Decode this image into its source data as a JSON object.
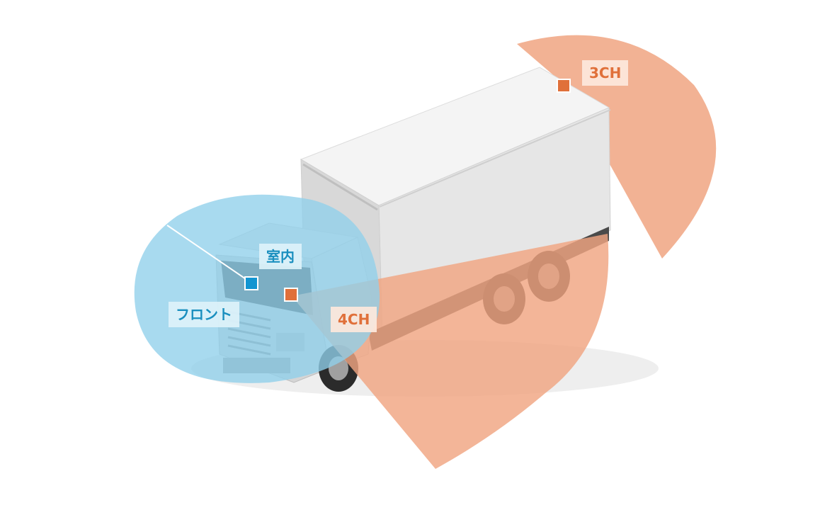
{
  "colors": {
    "front_coverage": "#8fd0ea",
    "rear_coverage": "#f0a581",
    "camera_front": "#1295d1",
    "camera_rear": "#e0703a",
    "label_blue_text": "#1a8fbf",
    "label_orange_text": "#e0703a"
  },
  "labels": {
    "interior": "室内",
    "front": "フロント",
    "ch3": "3CH",
    "ch4": "4CH"
  },
  "icons": [
    "camera-marker-square"
  ]
}
